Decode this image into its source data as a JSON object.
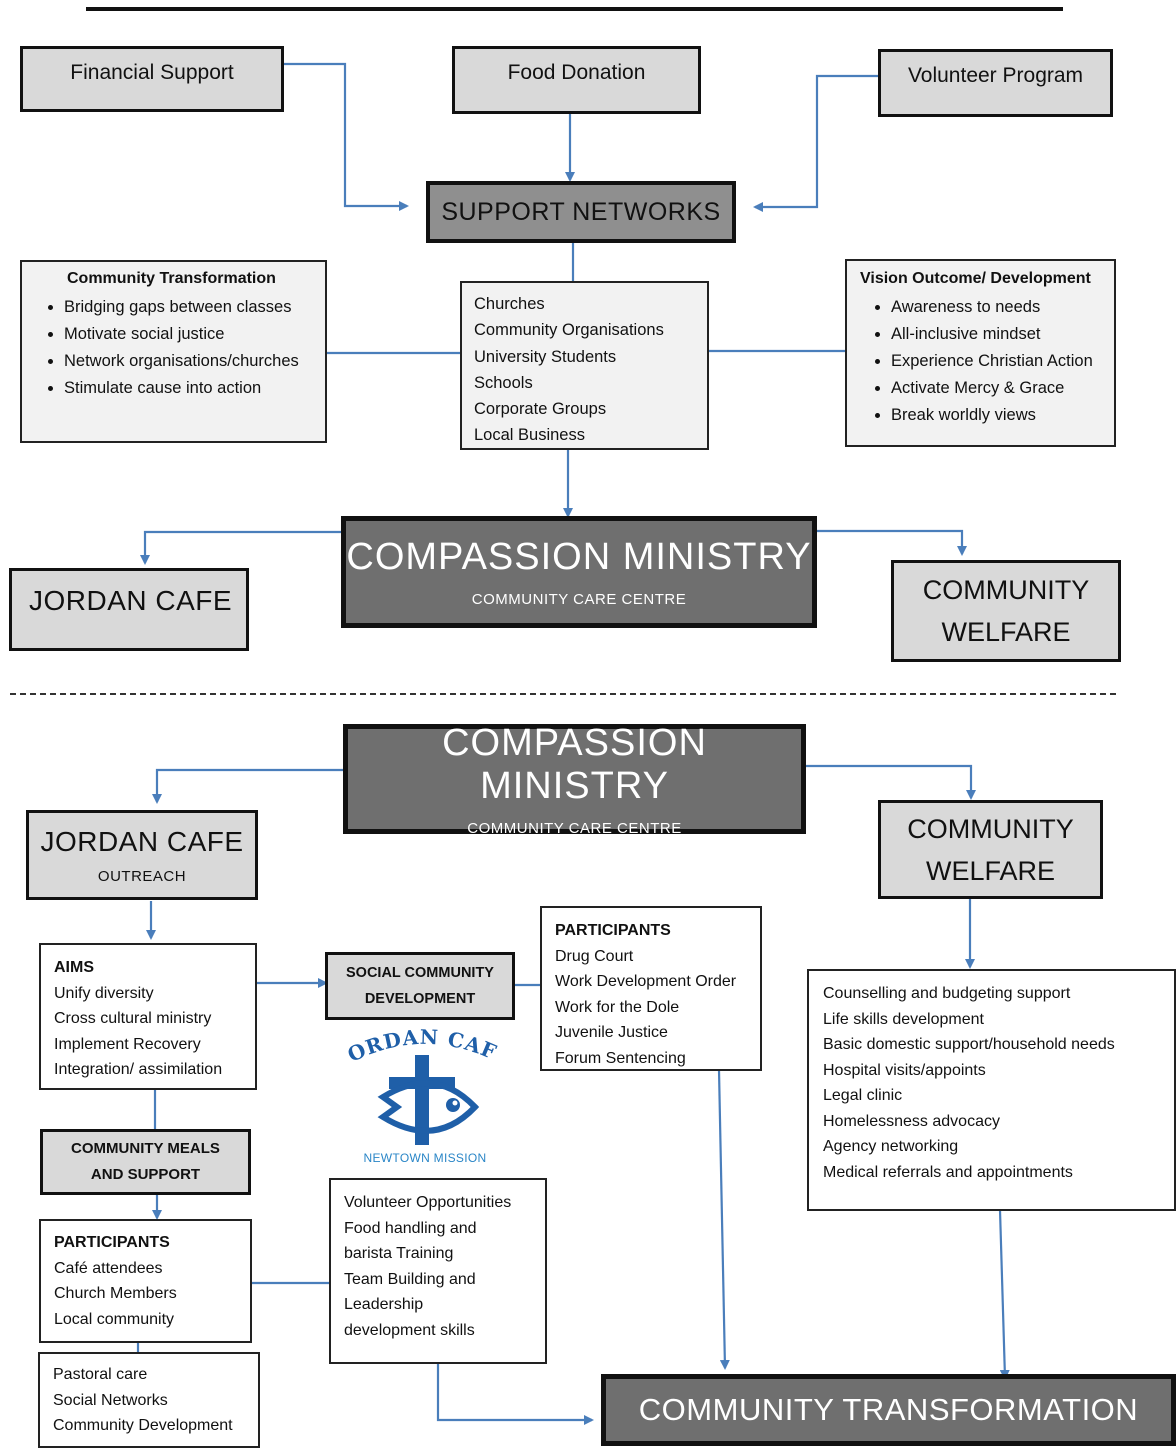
{
  "top": {
    "financial_support": "Financial Support",
    "food_donation": "Food Donation",
    "volunteer_program": "Volunteer Program",
    "support_networks": "SUPPORT NETWORKS",
    "community_transformation": {
      "title": "Community Transformation",
      "items": [
        "Bridging gaps between classes",
        "Motivate social justice",
        "Network organisations/churches",
        "Stimulate cause into action"
      ]
    },
    "networks_list": [
      "Churches",
      "Community Organisations",
      "University Students",
      "Schools",
      "Corporate Groups",
      "Local Business"
    ],
    "vision": {
      "title": "Vision Outcome/ Development",
      "items": [
        "Awareness to needs",
        "All-inclusive mindset",
        "Experience Christian Action",
        "Activate Mercy & Grace",
        "Break worldly views"
      ]
    },
    "compassion_title": "COMPASSION MINISTRY",
    "compassion_sub": "COMMUNITY CARE CENTRE",
    "jordan_cafe": "JORDAN CAFE",
    "community_welfare_1": "COMMUNITY",
    "community_welfare_2": "WELFARE"
  },
  "bottom": {
    "compassion_title": "COMPASSION MINISTRY",
    "compassion_sub": "COMMUNITY CARE CENTRE",
    "jordan_cafe": "JORDAN CAFE",
    "jordan_sub": "OUTREACH",
    "community_welfare_1": "COMMUNITY",
    "community_welfare_2": "WELFARE",
    "aims": {
      "title": "AIMS",
      "items": [
        "Unify diversity",
        "Cross cultural ministry",
        "Implement Recovery",
        "Integration/ assimilation"
      ]
    },
    "social_dev_1": "SOCIAL COMMUNITY",
    "social_dev_2": "DEVELOPMENT",
    "participants_right": {
      "title": "PARTICIPANTS",
      "items": [
        "Drug Court",
        "Work Development Order",
        "Work for the Dole",
        "Juvenile Justice",
        "Forum Sentencing"
      ]
    },
    "logo_title": "JORDAN CAFÉ",
    "logo_sub": "NEWTOWN MISSION",
    "meals_1": "COMMUNITY MEALS",
    "meals_2": "AND SUPPORT",
    "participants_left": {
      "title": "PARTICIPANTS",
      "items": [
        "Café attendees",
        "Church Members",
        "Local community"
      ]
    },
    "pastoral": [
      "Pastoral care",
      "Social Networks",
      "Community Development"
    ],
    "volunteer": [
      "Volunteer Opportunities",
      "Food handling and",
      "barista Training",
      "Team Building and",
      "Leadership",
      "development skills"
    ],
    "welfare_list": [
      "Counselling and budgeting support",
      "Life skills development",
      "Basic domestic support/household needs",
      "Hospital visits/appoints",
      "Legal clinic",
      "Homelessness advocacy",
      "Agency networking",
      "Medical referrals and appointments"
    ],
    "community_transformation": "COMMUNITY TRANSFORMATION"
  },
  "colors": {
    "connector": "#4a7ebb",
    "box_light": "#d9d9d9",
    "box_dark": "#6f6f6f",
    "logo_blue": "#1f5fa8"
  }
}
